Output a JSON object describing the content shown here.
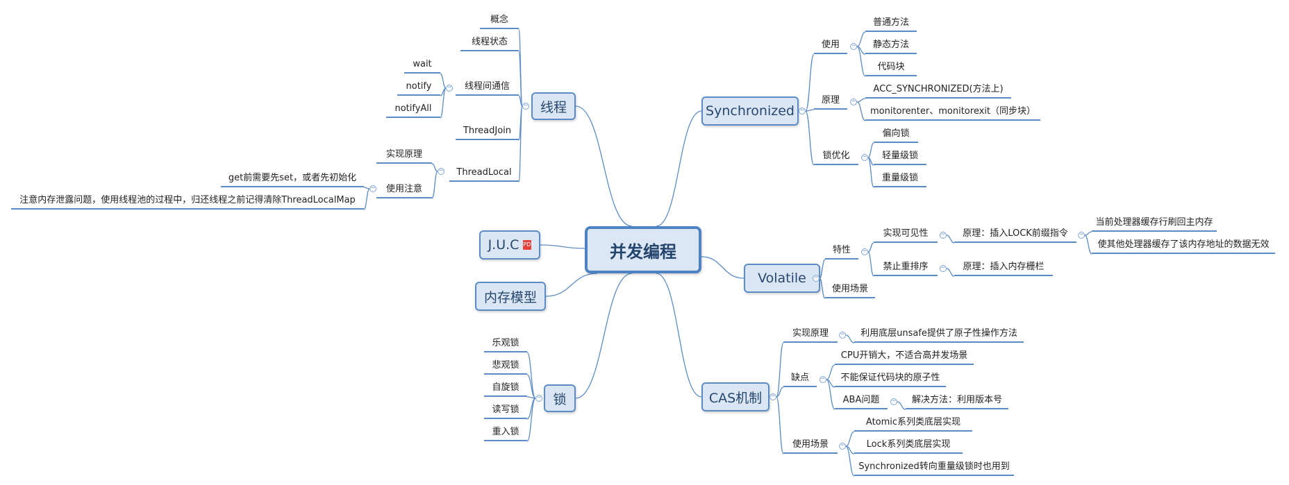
{
  "root": "并发编程",
  "colors": {
    "line": "#5b8bc5",
    "box_fill": "#dbe6f4",
    "root_border": "#4d82c3"
  },
  "branches": {
    "thread": {
      "label": "线程",
      "concept": "概念",
      "states": "线程状态",
      "comm": {
        "label": "线程间通信",
        "items": [
          "wait",
          "notify",
          "notifyAll"
        ]
      },
      "join": "ThreadJoin",
      "threadlocal": {
        "label": "ThreadLocal",
        "impl": "实现原理",
        "usage": {
          "label": "使用注意",
          "items": [
            "get前需要先set，或者先初始化",
            "注意内存泄露问题，使用线程池的过程中，归还线程之前记得清除ThreadLocalMap"
          ]
        }
      }
    },
    "juc": {
      "label": "J.U.C",
      "attachment_icon": "pdf-icon"
    },
    "memory": {
      "label": "内存模型"
    },
    "lock": {
      "label": "锁",
      "items": [
        "乐观锁",
        "悲观锁",
        "自旋锁",
        "读写锁",
        "重入锁"
      ]
    },
    "sync": {
      "label": "Synchronized",
      "use": {
        "label": "使用",
        "items": [
          "普通方法",
          "静态方法",
          "代码块"
        ]
      },
      "principle": {
        "label": "原理",
        "items": [
          "ACC_SYNCHRONIZED(方法上)",
          "monitorenter、monitorexit（同步块）"
        ]
      },
      "opt": {
        "label": "锁优化",
        "items": [
          "偏向锁",
          "轻量级锁",
          "重量级锁"
        ]
      }
    },
    "volatile": {
      "label": "Volatile",
      "feature": {
        "label": "特性",
        "visibility": {
          "label": "实现可见性",
          "principle": "原理：插入LOCK前缀指令",
          "effects": [
            "当前处理器缓存行刷回主内存",
            "使其他处理器缓存了该内存地址的数据无效"
          ]
        },
        "reorder": {
          "label": "禁止重排序",
          "principle": "原理：插入内存栅栏"
        }
      },
      "scene": "使用场景"
    },
    "cas": {
      "label": "CAS机制",
      "impl": {
        "label": "实现原理",
        "detail": "利用底层unsafe提供了原子性操作方法"
      },
      "cons": {
        "label": "缺点",
        "items": [
          "CPU开销大，不适合高并发场景",
          "不能保证代码块的原子性"
        ],
        "aba": {
          "label": "ABA问题",
          "solution": "解决方法：利用版本号"
        }
      },
      "scene": {
        "label": "使用场景",
        "items": [
          "Atomic系列类底层实现",
          "Lock系列类底层实现",
          "Synchronized转向重量级锁时也用到"
        ]
      }
    }
  }
}
